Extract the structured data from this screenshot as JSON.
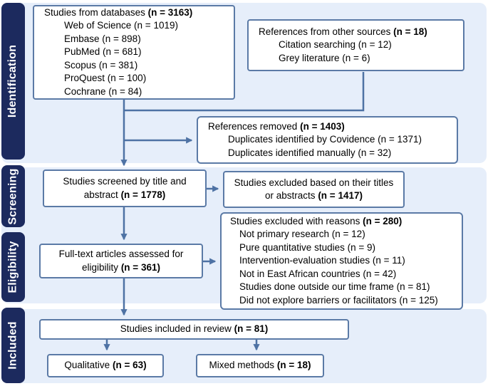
{
  "sidebar": {
    "sections": [
      {
        "label": "Identification"
      },
      {
        "label": "Screening"
      },
      {
        "label": "Eligibility"
      },
      {
        "label": "Included"
      }
    ]
  },
  "boxes": {
    "databases": {
      "title": "Studies from databases",
      "n": "(n = 3163)",
      "items": [
        "Web of Science (n = 1019)",
        "Embase (n = 898)",
        "PubMed (n = 681)",
        "Scopus (n = 381)",
        "ProQuest (n = 100)",
        "Cochrane (n = 84)"
      ]
    },
    "other_sources": {
      "title": "References from other sources",
      "n": "(n = 18)",
      "items": [
        "Citation searching (n = 12)",
        "Grey literature (n = 6)"
      ]
    },
    "removed": {
      "title": "References removed",
      "n": "(n = 1403)",
      "items": [
        "Duplicates identified by Covidence (n = 1371)",
        "Duplicates identified manually (n = 32)"
      ]
    },
    "screened": {
      "title": "Studies screened by title and abstract",
      "n": "(n = 1778)"
    },
    "excluded_titles": {
      "title": "Studies excluded based on their titles or abstracts",
      "n": "(n = 1417)"
    },
    "reasons": {
      "title": "Studies excluded with reasons",
      "n": "(n = 280)",
      "items": [
        "Not primary research (n = 12)",
        "Pure quantitative studies (n = 9)",
        "Intervention-evaluation studies (n = 11)",
        "Not in East African countries (n = 42)",
        "Studies done outside our time frame (n = 81)",
        "Did not explore barriers or facilitators (n = 125)"
      ]
    },
    "fulltext": {
      "title": "Full-text articles assessed for eligibility",
      "n": "(n = 361)"
    },
    "included": {
      "title": "Studies included in review",
      "n": "(n = 81)"
    },
    "qualitative": {
      "title": "Qualitative",
      "n": "(n = 63)"
    },
    "mixed": {
      "title": "Mixed methods",
      "n": "(n = 18)"
    }
  },
  "colors": {
    "sidebar_navy": "#1c2a5e",
    "band_blue": "#e6eefa",
    "box_border": "#5b7aa6",
    "arrow": "#4e72a4"
  }
}
